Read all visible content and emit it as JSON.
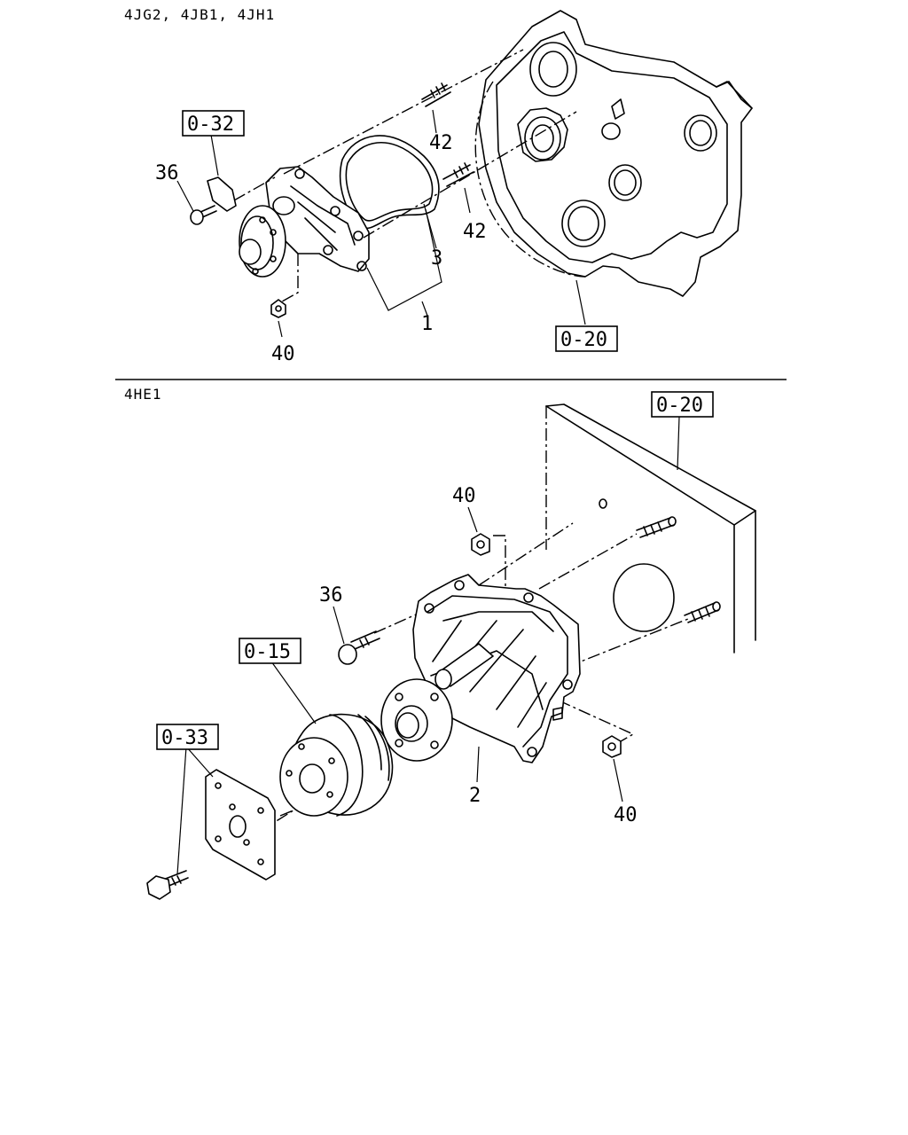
{
  "sections": {
    "top_models": "4JG2, 4JB1, 4JH1",
    "bottom_models": "4HE1"
  },
  "refs": {
    "r_0_32": "0-32",
    "r_0_20_top": "0-20",
    "r_0_20_bottom": "0-20",
    "r_0_15": "0-15",
    "r_0_33": "0-33"
  },
  "callouts": {
    "c1": "1",
    "c2": "2",
    "c3": "3",
    "c36_top": "36",
    "c36_bottom": "36",
    "c40_top": "40",
    "c40_bottom_a": "40",
    "c40_bottom_b": "40",
    "c42_a": "42",
    "c42_b": "42"
  }
}
